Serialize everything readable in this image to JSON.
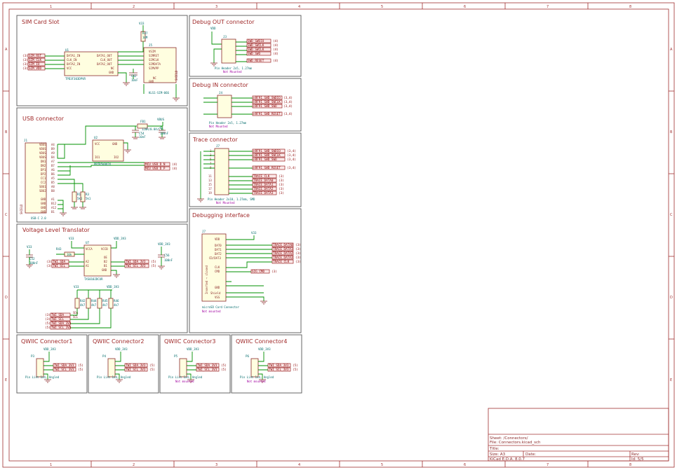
{
  "grid": {
    "columns": [
      "1",
      "2",
      "3",
      "4",
      "5",
      "6",
      "7",
      "8"
    ],
    "rows": [
      "A",
      "B",
      "C",
      "D",
      "E"
    ]
  },
  "sections": {
    "sim": "SIM Card Slot",
    "debug_out": "Debug OUT connector",
    "debug_in": "Debug IN connector",
    "usb": "USB connector",
    "trace": "Trace connector",
    "vlt": "Voltage Level Translator",
    "dbg_if": "Debugging interface",
    "qwiic1": "QWIIC Connector1",
    "qwiic2": "QWIIC Connector2",
    "qwiic3": "QWIIC Connector3",
    "qwiic4": "QWIIC Connector4"
  },
  "sim": {
    "u_ref": "U1",
    "u_part": "TPD3F303DPVR",
    "u_pins_left": [
      "DATA1_IN",
      "CLK_IN",
      "DATA2_IN",
      "VCC"
    ],
    "u_pins_right": [
      "DATA1_OUT",
      "CLK_OUT",
      "DATA2_OUT",
      "NC",
      "GND"
    ],
    "j_ref": "J5",
    "j_part": "KLS1-SIM-066",
    "j_pins": [
      "VSIM",
      "SIMRST",
      "SIMCLK",
      "SIMDATA",
      "SIMVPP",
      "NC",
      "GND"
    ],
    "r_ref": "R47",
    "r_val": "10M",
    "c_ref": "C57",
    "c_val": "10nF",
    "c2_ref": "C62",
    "shield": "SHIELD",
    "labels": [
      "SIM_RST",
      "SIM_CLK",
      "SIM_IO",
      "SIM_VDD"
    ],
    "tags": [
      "(3)",
      "(3)",
      "(3)",
      "(3)"
    ]
  },
  "debug_out": {
    "ref": "J3",
    "pwr": "VDD",
    "labels": [
      "SWD_SWDIO",
      "SWD_SWCLK",
      "SWD_SWCLK",
      "SWD_SWO",
      "SWD_RESET"
    ],
    "tags": [
      "(4)",
      "(4)",
      "(4)",
      "(4)",
      "(4)"
    ],
    "part": "Pin Header 2x5, 1.27mm",
    "mounted": "Not Mounted"
  },
  "debug_in": {
    "ref": "J4",
    "labels": [
      "nRF91_SWD_SWDIO",
      "nRF91_SWD_SWCLK",
      "nRF91_SWD_SWO",
      "nRF91_SWD_RESET"
    ],
    "tags": [
      "(3,4)",
      "(3,4)",
      "(3,4)",
      "(3,4)"
    ],
    "part": "Pin Header 2x5, 1.27mm",
    "mounted": "Not Mounted"
  },
  "usb": {
    "j_ref": "J1",
    "j_part": "USB-C 2.0",
    "pins_left": [
      "VBUS",
      "VBUS",
      "VBUS",
      "VBUS",
      "DN1",
      "DN2",
      "DP1",
      "DP2",
      "CC1",
      "CC2",
      "SBU1",
      "SBU2",
      "GND",
      "GND",
      "GND",
      "GND"
    ],
    "pin_nums": [
      "A4",
      "B9",
      "A9",
      "B4",
      "A7",
      "B7",
      "A6",
      "B6",
      "A5",
      "B5",
      "A8",
      "B8",
      "A1",
      "B12",
      "A12",
      "B1"
    ],
    "u_ref": "U2",
    "u_part": "PRTR5V0U2X",
    "u_pins": [
      "VCC",
      "GND",
      "IO1",
      "IO2"
    ],
    "fb_ref": "FB1",
    "fb_val": "120R/0.8A/C55",
    "c1_ref": "C54",
    "c1_val": "10nF",
    "c2_ref": "C",
    "c2_val": "100nF",
    "pwr": "VBUS",
    "r1": "R1",
    "r1v": "5k1",
    "r2": "R3",
    "r2v": "5k1",
    "labels": [
      "MCU_USB_D_N",
      "MCU_USB_D_P"
    ],
    "tags": [
      "(4)",
      "(4)"
    ],
    "shield": "SHIELD"
  },
  "trace": {
    "ref": "J7",
    "labels": [
      "nRF91_SWD_SWDIO",
      "nRF91_SWD_SWCLK",
      "nRF91_SWD_SWO",
      "nRF91_SWD_RESET",
      "TRACE_CLK",
      "TRACE_DATA0",
      "TRACE_DATA1",
      "TRACE_DATA2",
      "TRACE_DATA3"
    ],
    "tags": [
      "(3,4)",
      "(3,4)",
      "(3,4)",
      "(3,4)",
      "(3)",
      "(3)",
      "(3)",
      "(3)",
      "(3)"
    ],
    "pin_nums": [
      "1",
      "3",
      "5",
      "7",
      "9",
      "11",
      "13",
      "15",
      "17",
      "19"
    ],
    "part": "Pin Header 2x10, 1.27mm, SMD",
    "mounted": "Not Mounted"
  },
  "vlt": {
    "u_ref": "U7",
    "u_part": "TXS0102DCUR",
    "pins_left": [
      "VCCA",
      "A2",
      "A1"
    ],
    "pins_right": [
      "VCCB",
      "B2",
      "B1",
      "OE",
      "GND"
    ],
    "pwr_a": "V33",
    "pwr_b": "VDD_3V3",
    "pwr_c": "VDD_3V3",
    "r_pull": "R43",
    "r_pull_v": "10k",
    "c1_ref": "C52",
    "c1_val": "100nF",
    "c2_ref": "C56",
    "c2_val": "100nF",
    "labels_left": [
      "TWI_SDA",
      "TWI_SCL"
    ],
    "tags_left": [
      "(3)",
      "(3)"
    ],
    "labels_right": [
      "TWI_SDA_3V3",
      "TWI_SCL_3V3"
    ],
    "tags_right": [
      "(5)",
      "(5)"
    ],
    "pullups": [
      "R42",
      "R44",
      "R45",
      "R46"
    ],
    "pullup_vals": [
      "4k7",
      "4k7",
      "4k7",
      "4k7"
    ],
    "bot_labels": [
      "TWI_SDA",
      "TWI_SCL",
      "TWI_SDA_3V3",
      "TWI_SCL_3V3"
    ],
    "bot_tags": [
      "(3)",
      "(3)",
      "(5)",
      "(5)"
    ],
    "sda": "SDA",
    "scl": "SCL"
  },
  "dbg_if": {
    "ref": "J7",
    "pwr": "V33",
    "pins": [
      "VDD",
      "DAT0",
      "DAT1",
      "DAT2",
      "CD/DAT3",
      "CLK",
      "CMD",
      "GND",
      "Shield",
      "VSS"
    ],
    "labels": [
      "TRACE_DATA0",
      "TRACE_DATA1",
      "TRACE_DATA2",
      "TRACE_DATA3",
      "TRACE_CLK",
      "SIG_CMD"
    ],
    "tags": [
      "(3)",
      "(3)",
      "(3)",
      "(3)",
      "(3)",
      "(3)"
    ],
    "part": "microSD Card Connector",
    "mounted": "Not mounted",
    "inserted": "Inserted → closed"
  },
  "qwiic": [
    {
      "ref": "P3",
      "pwr": "VDD_3V3",
      "labels": [
        "TWI_SDA_3V3",
        "TWI_SCL_3V3"
      ],
      "tags": [
        "(5)",
        "(5)"
      ],
      "part": "Pin List 1x4, Angled",
      "mounted": ""
    },
    {
      "ref": "P4",
      "pwr": "VDD_3V3",
      "labels": [
        "TWI_SDA_3V3",
        "TWI_SCL_3V3"
      ],
      "tags": [
        "(5)",
        "(5)"
      ],
      "part": "Pin List 1x4, Angled",
      "mounted": ""
    },
    {
      "ref": "P5",
      "pwr": "VDD_3V3",
      "labels": [
        "TWI_SDA_3V3",
        "TWI_SCL_3V3"
      ],
      "tags": [
        "(5)",
        "(5)"
      ],
      "part": "Pin List 1x4, Angled",
      "mounted": "Not mounted"
    },
    {
      "ref": "P6",
      "pwr": "VDD_3V3",
      "labels": [
        "TWI_SDA_3V3",
        "TWI_SCL_3V3"
      ],
      "tags": [
        "(5)",
        "(5)"
      ],
      "part": "Pin List 1x4, Angled",
      "mounted": "Not mounted"
    }
  ],
  "title_block": {
    "sheet": "Sheet: /Connectors/",
    "file": "File: Connectors.kicad_sch",
    "title": "Title:",
    "size": "Size: A3",
    "date": "Date:",
    "rev": "Rev:",
    "kicad": "KiCad E.D.A. 8.0.7",
    "id": "Id: 5/5"
  },
  "colors": {
    "wire": "#009000",
    "component": "#8b2a2a",
    "frame": "#a03030",
    "label": "#8b0000",
    "not_mounted": "#a000a0"
  }
}
